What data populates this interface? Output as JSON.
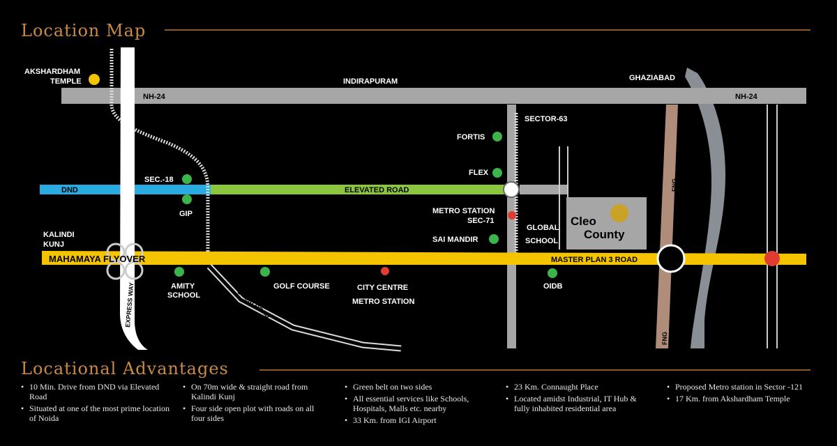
{
  "title": "Location Map",
  "advantages_title": "Locational Advantages",
  "places": {
    "akshardham": "AKSHARDHAM",
    "temple": "TEMPLE",
    "indirapuram": "INDIRAPURAM",
    "ghaziabad": "GHAZIABAD",
    "sector63": "SECTOR-63",
    "fortis": "FORTIS",
    "flex": "FLEX",
    "sec18": "SEC.-18",
    "gip": "GIP",
    "metro71_a": "METRO STATION",
    "metro71_b": "SEC-71",
    "global_a": "GLOBAL",
    "global_b": "SCHOOL",
    "sai_mandir": "SAI MANDIR",
    "kalindi_a": "KALINDI",
    "kalindi_b": "KUNJ",
    "amity_a": "AMITY",
    "amity_b": "SCHOOL",
    "golf": "GOLF COURSE",
    "city_a": "CITY CENTRE",
    "city_b": "METRO STATION",
    "oidb": "OIDB"
  },
  "roads": {
    "nh24_left": "NH-24",
    "nh24_right": "NH-24",
    "dnd": "DND",
    "elevated": "ELEVATED ROAD",
    "mahamaya": "MAHAMAYA FLYOVER",
    "master_plan": "MASTER PLAN 3 ROAD",
    "expressway": "EXPRESS WAY",
    "dadri": "DADRI ROAD",
    "fng_top": "FNG",
    "fng_bottom": "FNG"
  },
  "project": {
    "line1": "Cleo",
    "line2": "County"
  },
  "advantages": [
    [
      "10 Min. Drive from DND via Elevated Road",
      "Situated at one of the most prime location of Noida"
    ],
    [
      "On 70m wide & straight road from Kalindi Kunj",
      "Four side open plot with roads on all four sides"
    ],
    [
      "Green belt on two sides",
      "All essential services like Schools, Hospitals, Malls etc. nearby",
      "33 Km. from IGI Airport"
    ],
    [
      "23 Km. Connaught Place",
      "Located amidst Industrial, IT Hub & fully inhabited residential area"
    ],
    [
      "Proposed Metro station in Sector -121",
      "17 Km. from Akshardham Temple"
    ]
  ],
  "colors": {
    "accent": "#c98a45",
    "elevated_road": "#8cc63f",
    "dnd": "#29abe2",
    "mahamaya": "#f5c400",
    "poi_green": "#3cb44b",
    "nh24": "#a6a6a6",
    "fng": "#b08d7a",
    "river": "#8a8f96",
    "metro_red": "#e03c31"
  },
  "icons": {
    "poi": "green-dot-icon",
    "metro": "metro-station-icon",
    "temple": "yellow-dot-icon",
    "proposed_metro": "red-dot-icon"
  }
}
